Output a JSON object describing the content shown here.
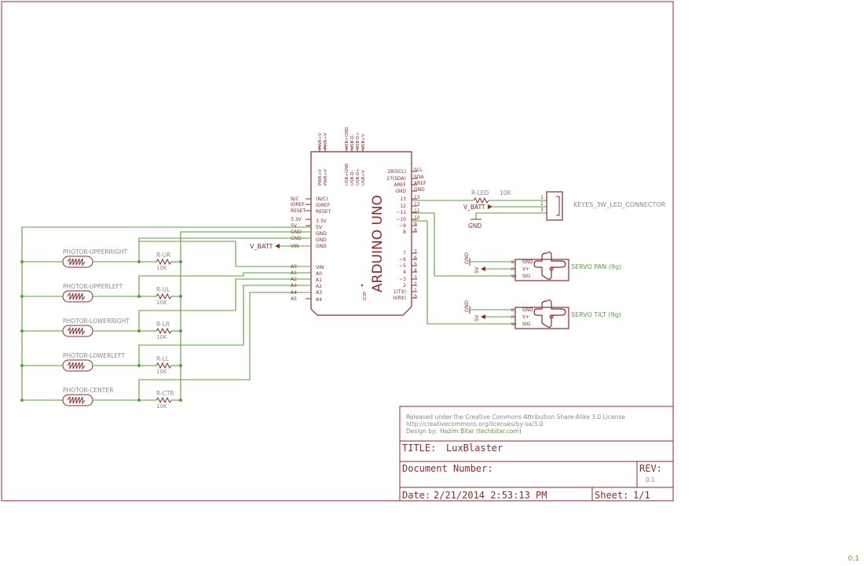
{
  "colors": {
    "frame": "#8b2a2a",
    "wire": "#5a9e3a",
    "note": "#8a8a8a"
  },
  "arduino": {
    "name": "ARDUINO UNO",
    "icsp": "ICSP",
    "top_pins_outer": [
      "PWR+V",
      "PWR+V",
      "USB+GND",
      "USB-D-",
      "USB-D+",
      "USB+V"
    ],
    "top_pins_inner": [
      "PWR+V",
      "PWR+V",
      "USB+GND",
      "USB-D-",
      "USB-D+",
      "USB+V"
    ],
    "left_outer": [
      "N/C",
      "IOREF",
      "RESET",
      "3.3V",
      "5V",
      "GND",
      "GND",
      "VIN",
      "A0",
      "A1",
      "A2",
      "A3",
      "A4",
      "A5"
    ],
    "left_inner": [
      "(N/C)",
      "IOREF",
      "RESET",
      "3.3V",
      "5V",
      "GND",
      "GND",
      "GND",
      "VIN",
      "A0",
      "A1",
      "A2",
      "A3",
      "A4",
      "A5"
    ],
    "right_inner": [
      "28(SCL)",
      "27(SDA)",
      "AREF",
      "GND",
      "13",
      "12",
      "~11",
      "~10",
      "~9",
      "8",
      "7",
      "~6",
      "~5",
      "4",
      "~3",
      "2",
      "1(TX)",
      "0(RX)"
    ],
    "right_outer": [
      "SCL",
      "SDA",
      "AREF",
      "GND",
      "13",
      "12",
      "11",
      "10",
      "9",
      "8",
      "7",
      "6",
      "5",
      "4",
      "3",
      "2",
      "1",
      "0"
    ]
  },
  "vbatt_left": "V_BATT",
  "photoresistors": [
    {
      "label": "PHOTOR-UPPERRIGHT",
      "resistor": "R-UR",
      "value": "10K"
    },
    {
      "label": "PHOTOR-UPPERLEFT",
      "resistor": "R-UL",
      "value": "10K"
    },
    {
      "label": "PHOTOR-LOWERRIGHT",
      "resistor": "R-LR",
      "value": "10K"
    },
    {
      "label": "PHOTOR-LOWERLEFT",
      "resistor": "R-LL",
      "value": "10K"
    },
    {
      "label": "PHOTOR-CENTER",
      "resistor": "R-CTR",
      "value": "10K"
    }
  ],
  "led": {
    "resistor": "R-LED",
    "value": "10K",
    "vbatt": "V_BATT",
    "gnd": "GND",
    "connector_label": "KEYES_3W_LED_CONNECTOR",
    "pins": [
      "1",
      "2",
      "3"
    ]
  },
  "servos": [
    {
      "label": "SERVO PAN (9g)",
      "gnd": "GND",
      "v": "5V",
      "pins": [
        "GND",
        "V+",
        "SIG"
      ],
      "pin_letters": [
        "B",
        "R",
        "W"
      ]
    },
    {
      "label": "SERVO TILT (9g)",
      "gnd": "GND",
      "v": "5V",
      "pins": [
        "GND",
        "V+",
        "SIG"
      ],
      "pin_letters": [
        "B",
        "R",
        "W"
      ]
    }
  ],
  "title_block": {
    "license": "Released under the Creative Commons Attribution Share-Alike 3.0 License",
    "url": "http://creativecommons.org/licenses/by-sa/3.0",
    "design_by": "Design by:",
    "author": "Hazim Bitar (techbitar.com)",
    "title_label": "TITLE:",
    "title": "LuxBlaster",
    "docnum_label": "Document Number:",
    "rev_label": "REV:",
    "rev": "0.1",
    "date_label": "Date:",
    "date": "2/21/2014 2:53:13 PM",
    "sheet_label": "Sheet:",
    "sheet": "1/1"
  },
  "version": "0.1"
}
